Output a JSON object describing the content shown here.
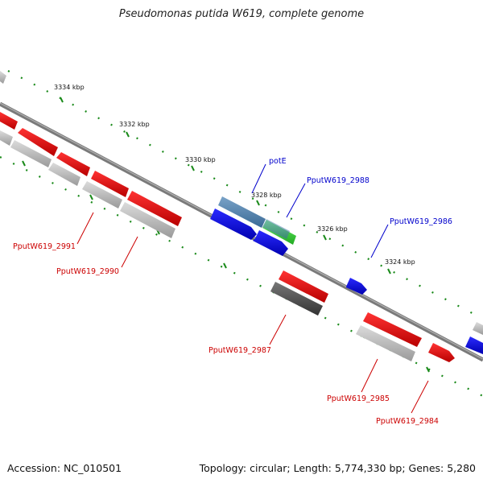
{
  "title": "Pseudomonas putida W619, complete genome",
  "footer": {
    "accession": "Accession: NC_010501",
    "summary": "Topology: circular; Length: 5,774,330 bp; Genes: 5,280"
  },
  "colors": {
    "forward_label": "#0000cc",
    "reverse_label": "#cc0000",
    "ticks": "#1a8a1a",
    "backbone": "#888888"
  },
  "tick_labels": [
    "3334 kbp",
    "3332 kbp",
    "3330 kbp",
    "3328 kbp",
    "3326 kbp",
    "3324 kbp"
  ],
  "gene_labels": {
    "potE": "potE",
    "g2988": "PputW619_2988",
    "g2986": "PputW619_2986",
    "g2991": "PputW619_2991",
    "g2990": "PputW619_2990",
    "g2987": "PputW619_2987",
    "g2985": "PputW619_2985",
    "g2984": "PputW619_2984"
  }
}
